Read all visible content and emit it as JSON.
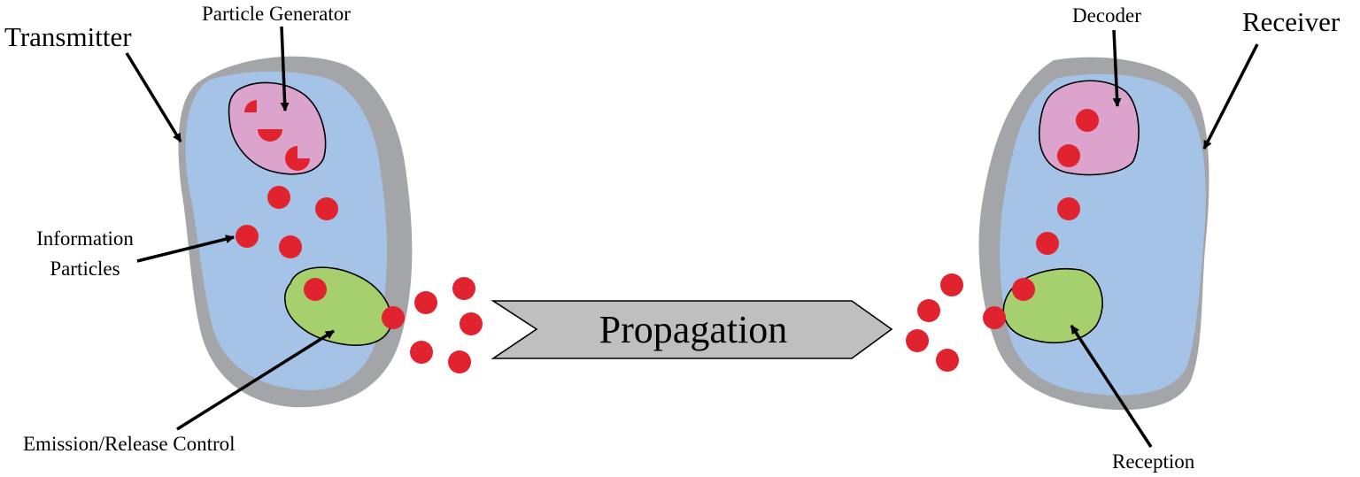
{
  "labels": {
    "transmitter": "Transmitter",
    "receiver": "Receiver",
    "particle_generator": "Particle Generator",
    "decoder": "Decoder",
    "information_particles_line1": "Information",
    "information_particles_line2": "Particles",
    "emission_release_control": "Emission/Release Control",
    "propagation": "Propagation",
    "reception": "Reception"
  },
  "colors": {
    "cell_body": "#a4c3e6",
    "cell_membrane": "#a4a5a8",
    "generator": "#dca4cd",
    "control": "#a6d06d",
    "particle": "#e12330",
    "arrow_body": "#bfbfbf",
    "outline": "#000000"
  }
}
